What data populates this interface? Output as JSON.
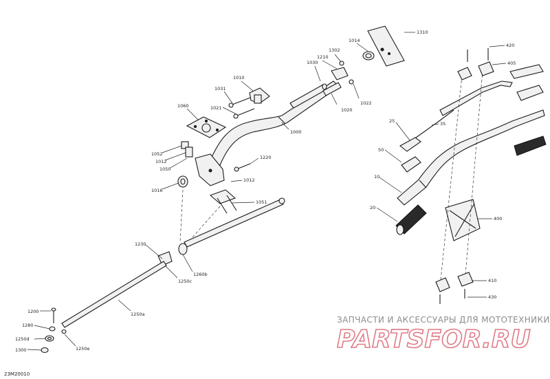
{
  "diagram_code": "23M20010",
  "watermark": {
    "tagline": "ЗАПЧАСТИ И АКСЕССУАРЫ ДЛЯ МОТОТЕХНИКИ",
    "brand": "PARTSFOR.RU"
  },
  "callouts": [
    {
      "id": "c1310",
      "text": "1310"
    },
    {
      "id": "c1014",
      "text": "1014"
    },
    {
      "id": "c1302",
      "text": "1302"
    },
    {
      "id": "c1210",
      "text": "1210"
    },
    {
      "id": "c1030",
      "text": "1030"
    },
    {
      "id": "c1010",
      "text": "1010"
    },
    {
      "id": "c1031",
      "text": "1031"
    },
    {
      "id": "c1022",
      "text": "1022"
    },
    {
      "id": "c1020",
      "text": "1020"
    },
    {
      "id": "c1021",
      "text": "1021"
    },
    {
      "id": "c1060",
      "text": "1060"
    },
    {
      "id": "c1000",
      "text": "1000"
    },
    {
      "id": "c1052",
      "text": "1052"
    },
    {
      "id": "c1012a",
      "text": "1012"
    },
    {
      "id": "c1050",
      "text": "1050"
    },
    {
      "id": "c1220",
      "text": "1220"
    },
    {
      "id": "c1012b",
      "text": "1012"
    },
    {
      "id": "c1016",
      "text": "1016"
    },
    {
      "id": "c1051",
      "text": "1051"
    },
    {
      "id": "c1230",
      "text": "1230"
    },
    {
      "id": "c1260b",
      "text": "1260b"
    },
    {
      "id": "c1250c",
      "text": "1250c"
    },
    {
      "id": "c1250a",
      "text": "1250a"
    },
    {
      "id": "c1200",
      "text": "1200"
    },
    {
      "id": "c1280",
      "text": "1280"
    },
    {
      "id": "c1250d",
      "text": "1250d"
    },
    {
      "id": "c1300",
      "text": "1300"
    },
    {
      "id": "c1250e",
      "text": "1250e"
    },
    {
      "id": "c420",
      "text": "420"
    },
    {
      "id": "c405",
      "text": "405"
    },
    {
      "id": "c25",
      "text": "25"
    },
    {
      "id": "c35",
      "text": "35"
    },
    {
      "id": "c50",
      "text": "50"
    },
    {
      "id": "c10",
      "text": "10"
    },
    {
      "id": "c20",
      "text": "20"
    },
    {
      "id": "c400",
      "text": "400"
    },
    {
      "id": "c410",
      "text": "410"
    },
    {
      "id": "c430",
      "text": "430"
    }
  ]
}
